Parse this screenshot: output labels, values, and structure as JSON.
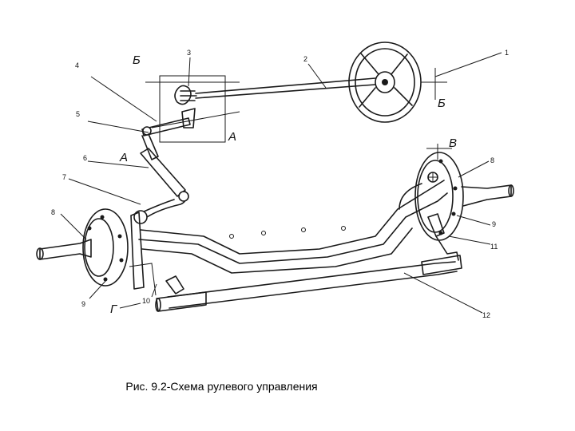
{
  "caption": "Рис. 9.2-Схема рулевого управления",
  "labels": {
    "n1": "1",
    "n2": "2",
    "n3": "3",
    "n4": "4",
    "n5": "5",
    "n6": "6",
    "n7": "7",
    "n8_left": "8",
    "n8_right": "8",
    "n9_left": "9",
    "n9_right": "9",
    "n10": "10",
    "n11": "11",
    "n12": "12"
  },
  "section_marks": {
    "b_upper": "Б",
    "b_lower": "Б",
    "a_upper": "А",
    "a_lower": "А",
    "v": "В",
    "g": "Г"
  }
}
